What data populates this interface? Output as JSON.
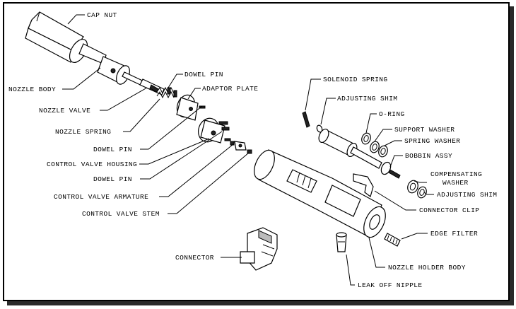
{
  "labels": {
    "cap_nut": "CAP NUT",
    "nozzle_body": "NOZZLE BODY",
    "nozzle_valve": "NOZZLE VALVE",
    "nozzle_spring": "NOZZLE SPRING",
    "dowel_pin_top": "DOWEL PIN",
    "adaptor_plate": "ADAPTOR PLATE",
    "dowel_pin_mid": "DOWEL PIN",
    "control_valve_housing": "CONTROL VALVE HOUSING",
    "dowel_pin_low": "DOWEL PIN",
    "control_valve_armature": "CONTROL VALVE ARMATURE",
    "control_valve_stem": "CONTROL VALVE STEM",
    "connector": "CONNECTOR",
    "solenoid_spring": "SOLENOID SPRING",
    "adjusting_shim_top": "ADJUSTING SHIM",
    "o_ring": "O-RING",
    "support_washer": "SUPPORT WASHER",
    "spring_washer": "SPRING WASHER",
    "bobbin_assy": "BOBBIN ASSY",
    "compensating_washer_1": "COMPENSATING",
    "compensating_washer_2": "WASHER",
    "adjusting_shim_right": "ADJUSTING SHIM",
    "connector_clip": "CONNECTOR CLIP",
    "edge_filter": "EDGE FILTER",
    "nozzle_holder_body": "NOZZLE HOLDER BODY",
    "leak_off_nipple": "LEAK OFF NIPPLE"
  }
}
